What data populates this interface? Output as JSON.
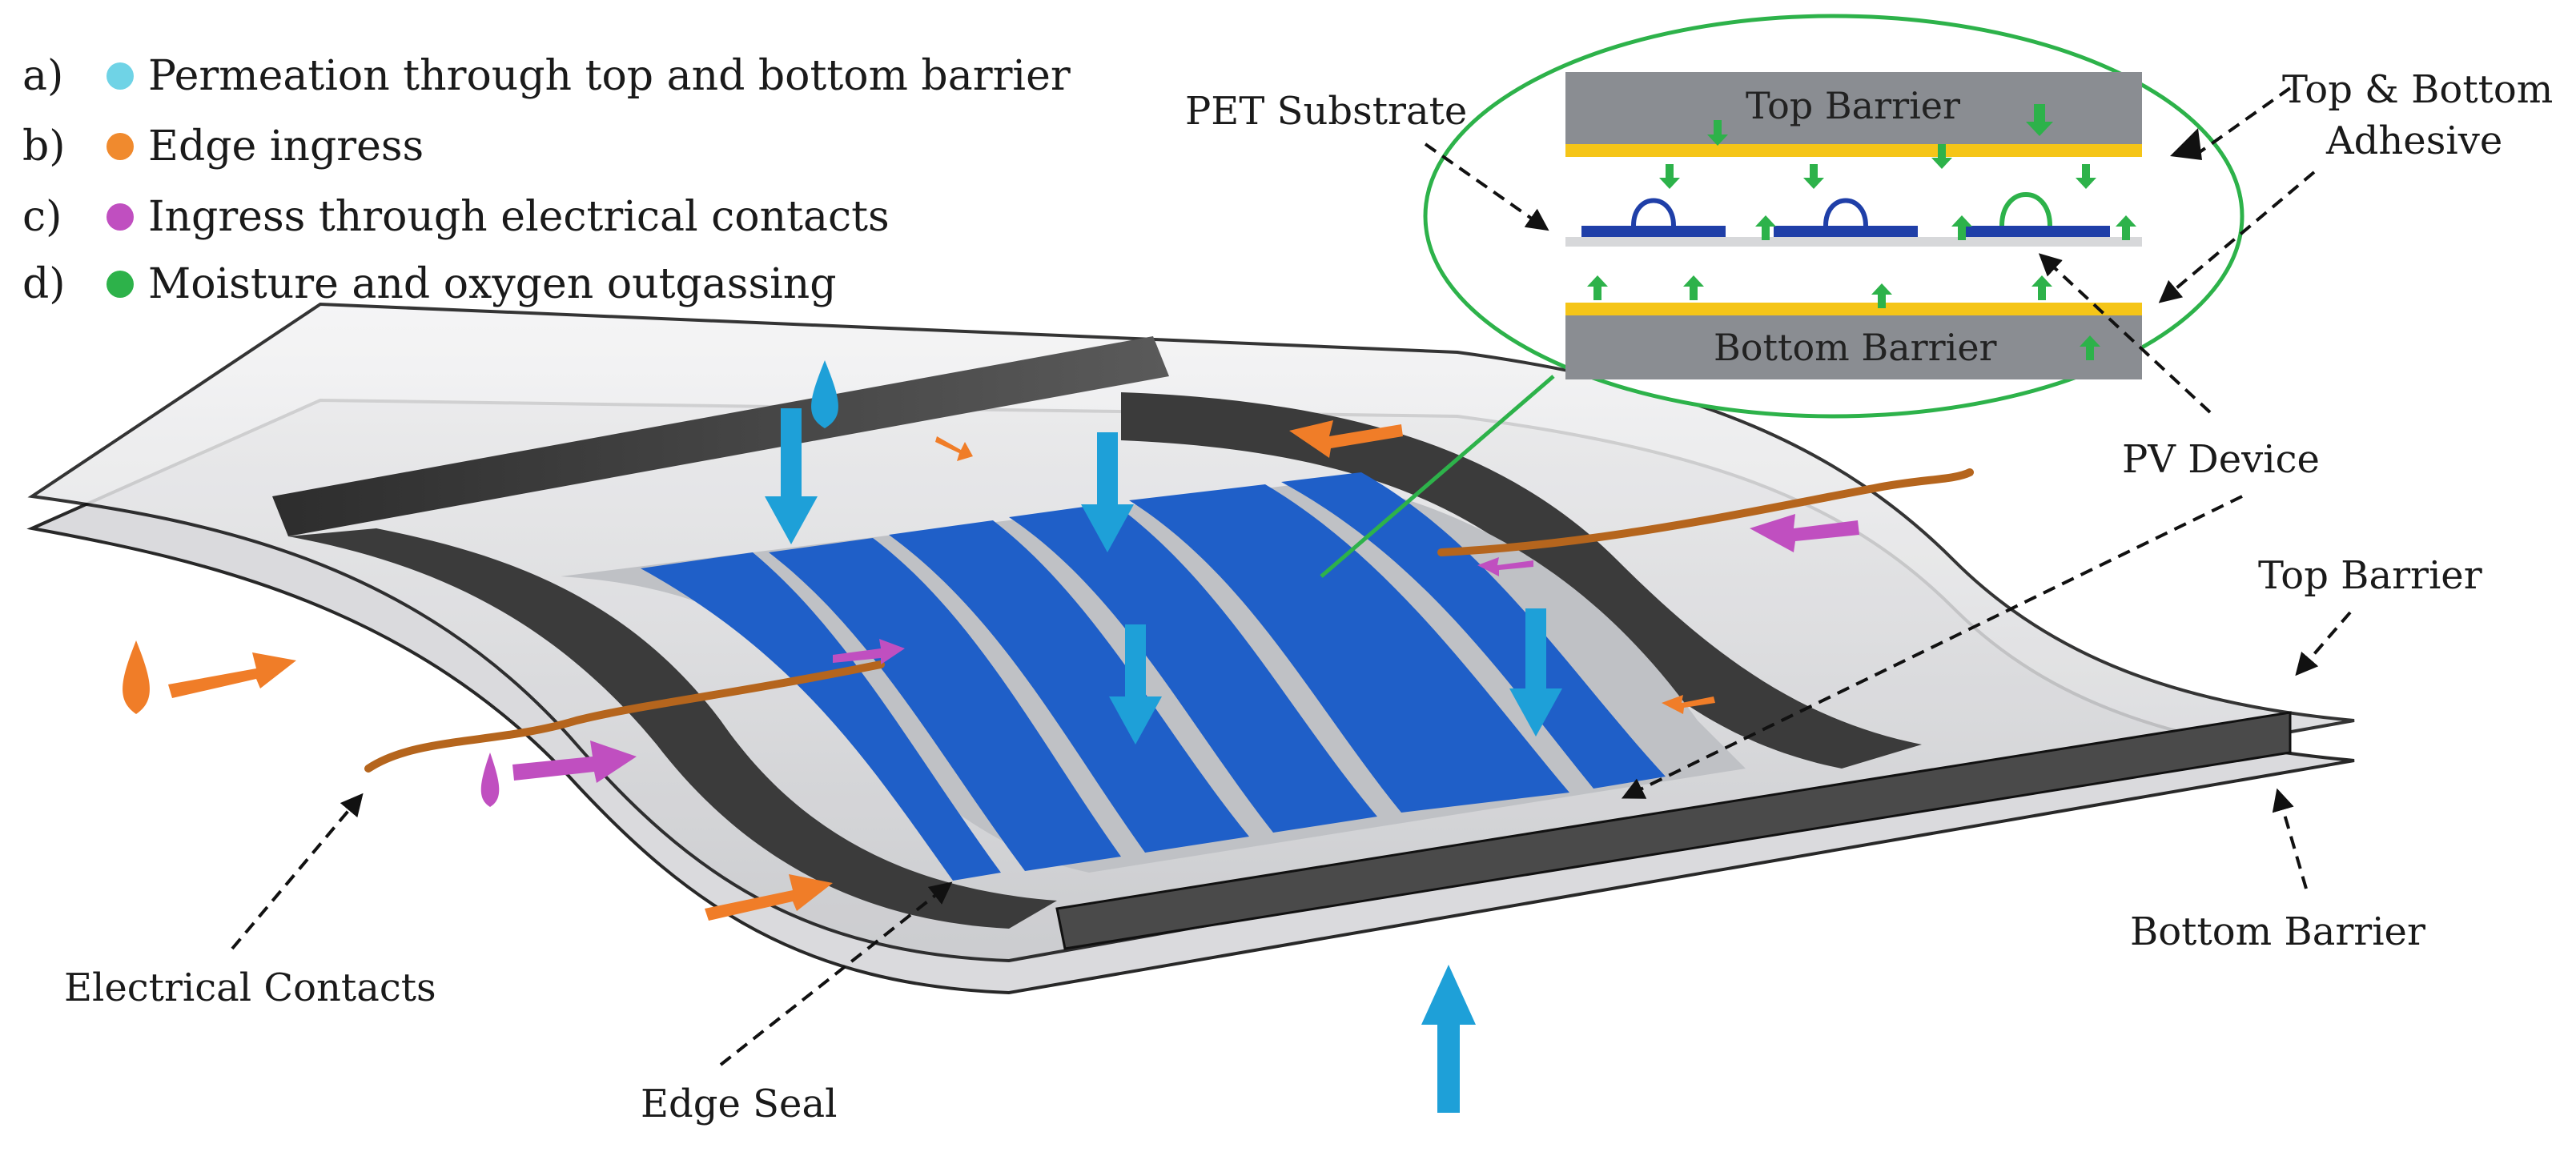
{
  "legend": {
    "items": [
      {
        "letter": "a)",
        "text": "Permeation through top and bottom barrier",
        "color": "#6fd3e6",
        "icon": "cyan-dot-icon"
      },
      {
        "letter": "b)",
        "text": "Edge ingress",
        "color": "#f08a2e",
        "icon": "orange-dot-icon"
      },
      {
        "letter": "c)",
        "text": "Ingress through electrical contacts",
        "color": "#c04fc0",
        "icon": "magenta-dot-icon"
      },
      {
        "letter": "d)",
        "text": "Moisture and oxygen outgassing",
        "color": "#2db24a",
        "icon": "green-dot-icon"
      }
    ]
  },
  "inset": {
    "top_barrier": "Top Barrier",
    "bottom_barrier": "Bottom Barrier"
  },
  "labels": {
    "pet_substrate": "PET Substrate",
    "adhesive_line1": "Top & Bottom",
    "adhesive_line2": "Adhesive",
    "pv_device": "PV Device",
    "top_barrier": "Top Barrier",
    "bottom_barrier": "Bottom Barrier",
    "electrical_contacts": "Electrical Contacts",
    "edge_seal": "Edge Seal"
  },
  "colors": {
    "permeation": "#1ea0d8",
    "edge_ingress": "#f07d28",
    "contact_ingress": "#c04fc0",
    "outgassing": "#2db24a",
    "pv_cell": "#1f5fc8",
    "adhesive": "#f5c518",
    "barrier": "#8a8d92",
    "edge_seal": "#3a3a3a"
  }
}
